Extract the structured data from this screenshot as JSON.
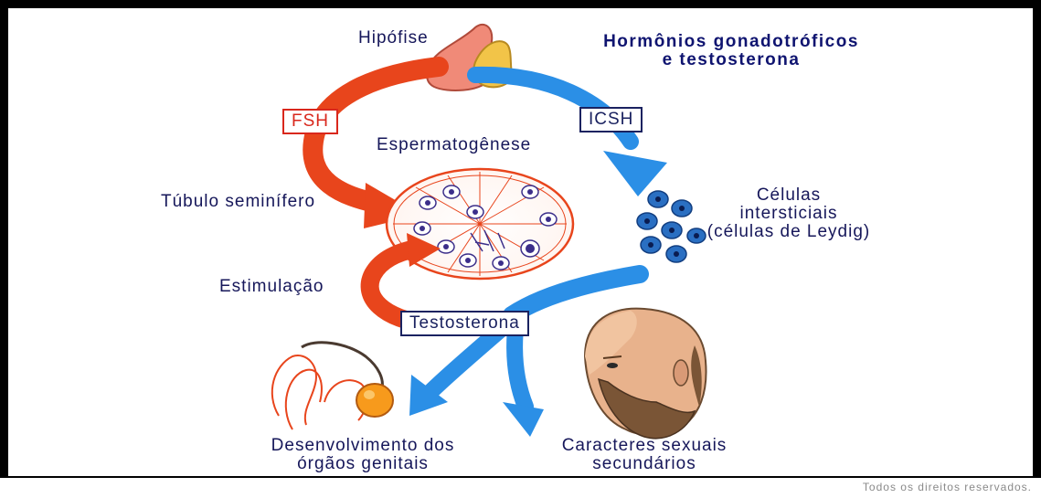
{
  "title": {
    "line1": "Hormônios gonadotróficos",
    "line2": "e testosterona"
  },
  "labels": {
    "hipofise": "Hipófise",
    "fsh": "FSH",
    "icsh": "ICSH",
    "espermatogenese": "Espermatogênese",
    "tubulo": "Túbulo seminífero",
    "celulas_line1": "Células",
    "celulas_line2": "intersticiais",
    "celulas_line3": "(células de Leydig)",
    "estimulacao": "Estimulação",
    "testosterona": "Testosterona",
    "desenv_line1": "Desenvolvimento dos",
    "desenv_line2": "órgãos genitais",
    "caract_line1": "Caracteres sexuais",
    "caract_line2": "secundários"
  },
  "footer": {
    "copyright": "Todos os direitos reservados."
  },
  "colors": {
    "red_arrow": "#e8451c",
    "blue_arrow": "#2b8fe6",
    "title_blue": "#0f1470",
    "label_navy": "#16175a"
  }
}
